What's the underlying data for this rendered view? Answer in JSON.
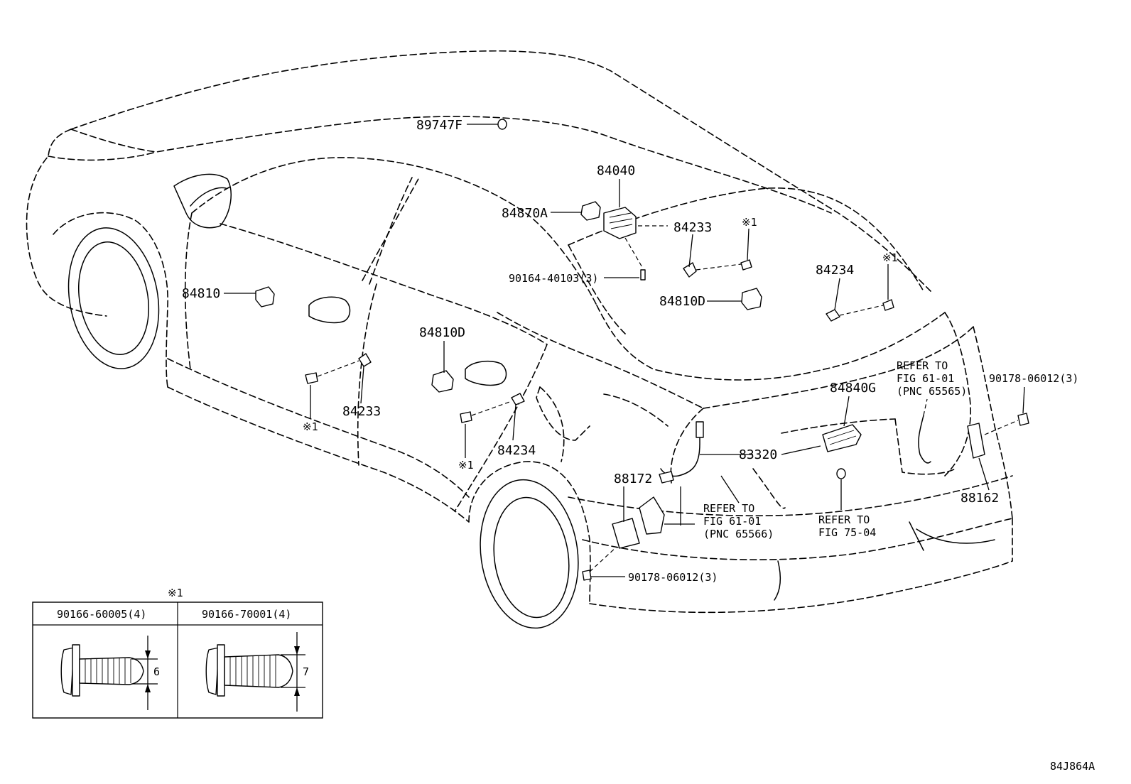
{
  "labels": {
    "p89747F": "89747F",
    "p84040": "84040",
    "p84870A": "84870A",
    "p84233_top": "84233",
    "p84233_side": "84233",
    "p90164": "90164-40103(3)",
    "p84810D_top": "84810D",
    "p84810D_side": "84810D",
    "p84234_top": "84234",
    "p84234_side": "84234",
    "p84810": "84810",
    "p84840G": "84840G",
    "p83320": "83320",
    "p88172": "88172",
    "p88162": "88162",
    "p90178_right": "90178-06012(3)",
    "p90178_bottom": "90178-06012(3)"
  },
  "refs": {
    "fig6101_a_line1": "REFER TO",
    "fig6101_a_line2": "FIG 61-01",
    "fig6101_a_line3": "(PNC 65565)",
    "fig6101_b_line1": "REFER TO",
    "fig6101_b_line2": "FIG 61-01",
    "fig6101_b_line3": "(PNC 65566)",
    "fig7504_line1": "REFER TO",
    "fig7504_line2": "FIG 75-04"
  },
  "note_mark": "※1",
  "inset": {
    "mark": "※1",
    "col1_header": "90166-60005(4)",
    "col2_header": "90166-70001(4)",
    "dim1": "6",
    "dim2": "7"
  },
  "diagram_id": "84J864A"
}
